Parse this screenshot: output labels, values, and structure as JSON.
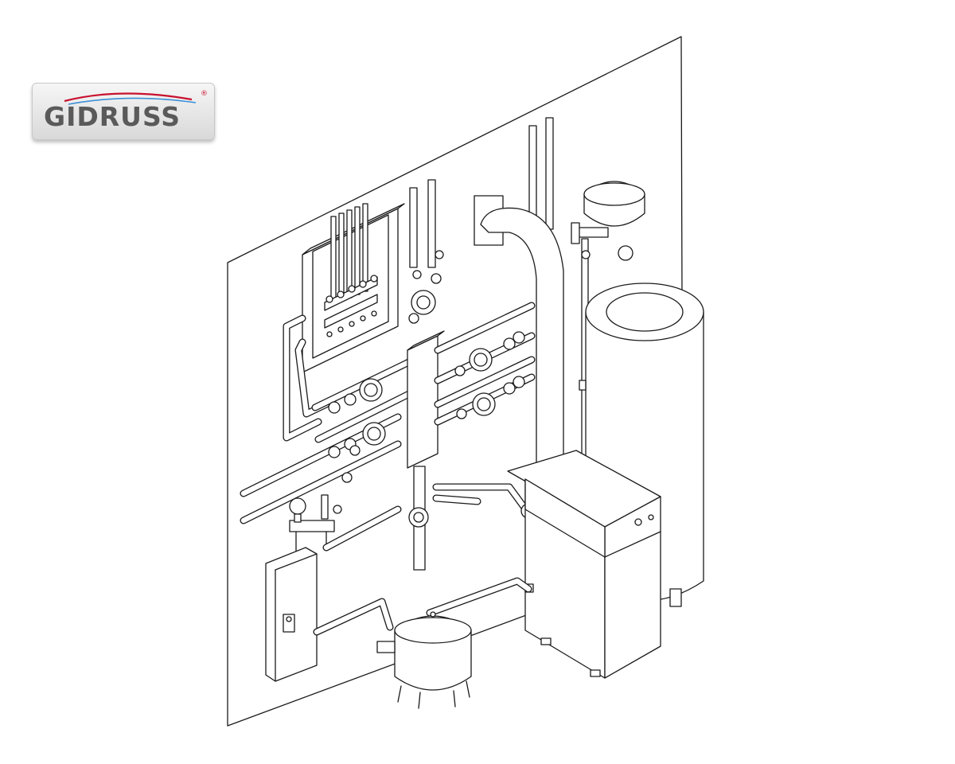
{
  "logo": {
    "text": "GIDRUSS",
    "registered": "®",
    "colors": {
      "swoosh_red": "#c8102e",
      "swoosh_blue": "#3a8fd6",
      "text": "#5a5a5a"
    }
  },
  "diagram": {
    "line_color": "#1a1a1a",
    "fill": "#ffffff",
    "components": [
      "wall-panel",
      "underfloor-manifold-cabinet",
      "hydraulic-separator",
      "circulation-pumps",
      "flue-pipe",
      "floor-standing-boiler",
      "hot-water-storage-tank",
      "expansion-vessel-wall",
      "expansion-vessel-floor",
      "electric-boiler",
      "safety-group"
    ]
  }
}
